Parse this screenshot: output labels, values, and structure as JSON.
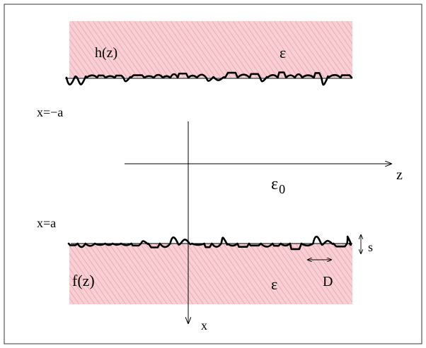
{
  "labels": {
    "top_function": "h(z)",
    "top_permittivity": "ε",
    "upper_boundary": "x=−a",
    "z_axis": "z",
    "gap_permittivity": "ε",
    "gap_permittivity_sub": "0",
    "lower_boundary": "x=a",
    "roughness_height": "s",
    "bottom_function": "f(z)",
    "bottom_permittivity": "ε",
    "correlation_length": "D",
    "x_axis": "x"
  },
  "colors": {
    "slab_fill": "#f7cfd4",
    "slab_hatch": "#ee9aa5",
    "ink": "#000000",
    "frame": "#333333"
  }
}
